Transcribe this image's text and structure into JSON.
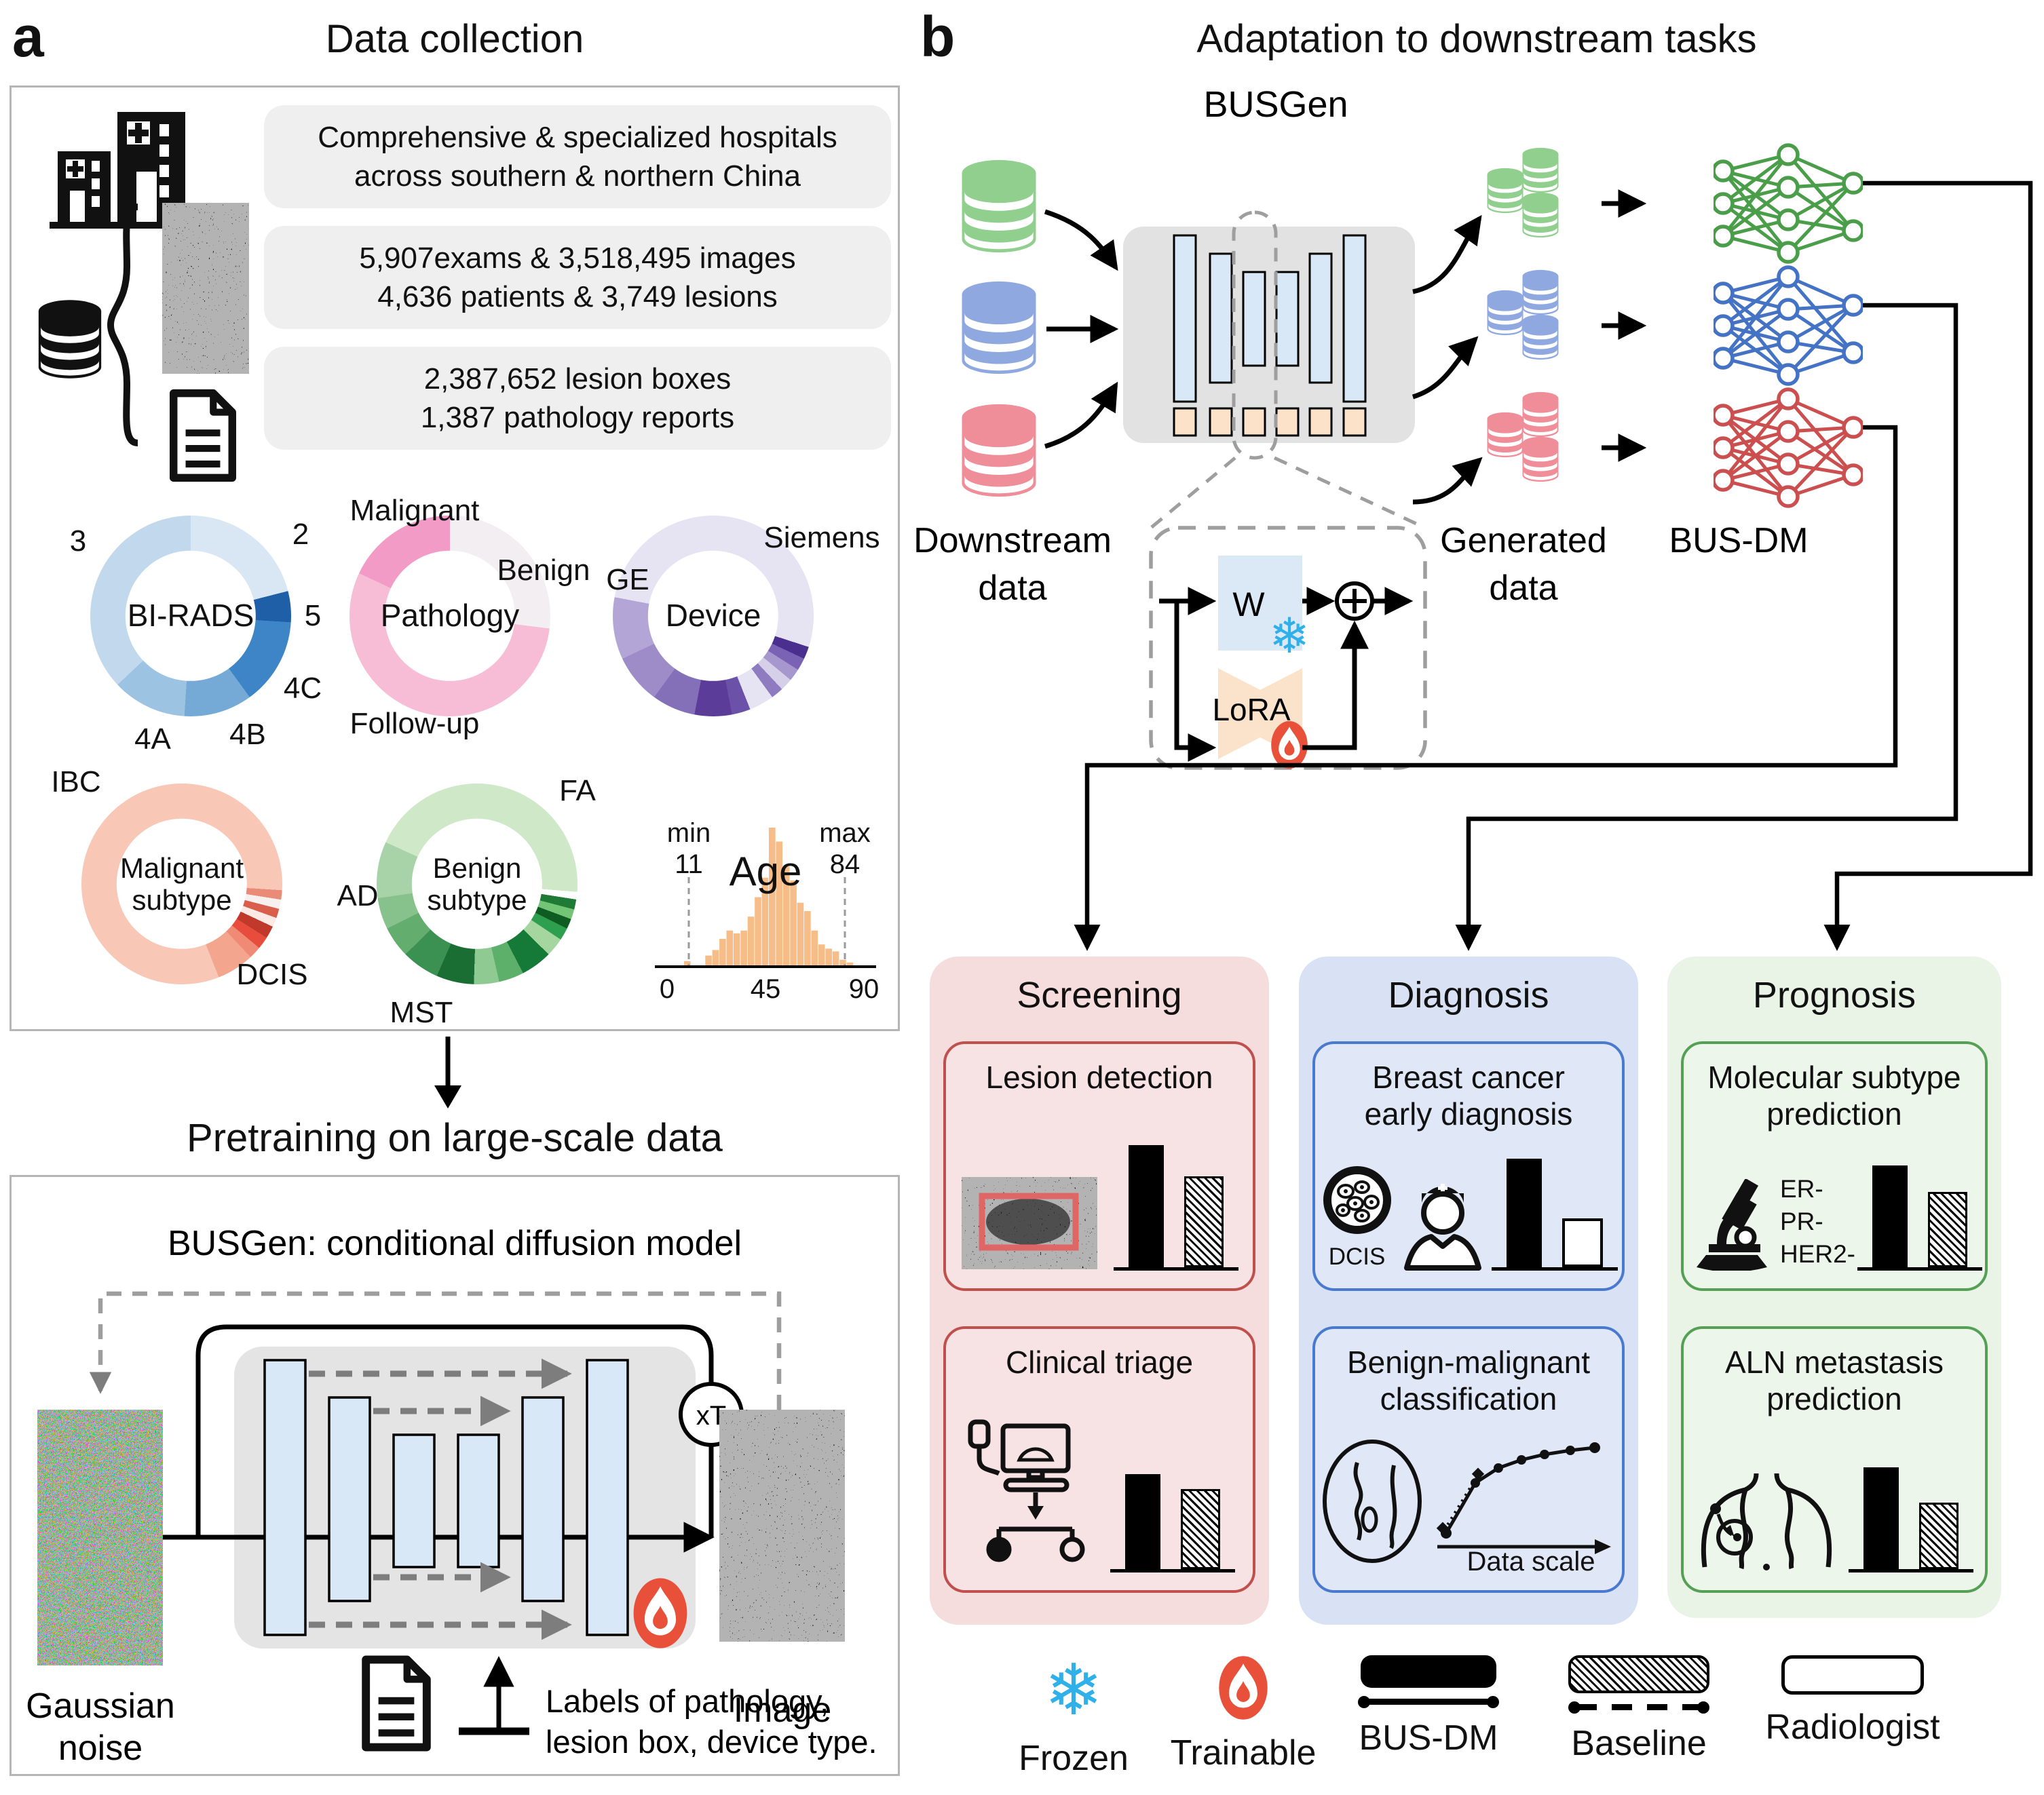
{
  "panel_a": {
    "label": "a",
    "section1_title": "Data collection",
    "info_boxes": [
      {
        "lines": [
          "Comprehensive & specialized hospitals",
          "across southern & northern China"
        ]
      },
      {
        "lines": [
          "5,907exams & 3,518,495 images",
          "4,636 patients & 3,749 lesions"
        ]
      },
      {
        "lines": [
          "2,387,652 lesion boxes",
          "1,387 pathology reports"
        ]
      }
    ],
    "section2_title": "Pretraining on large-scale data",
    "diffusion_title": "BUSGen: conditional diffusion model",
    "gaussian_label_1": "Gaussian",
    "gaussian_label_2": "noise",
    "image_label": "Image",
    "xt_label": "xT",
    "labels_note_1": "Labels of pathology,",
    "labels_note_2": "lesion box, device type."
  },
  "panel_b": {
    "label": "b",
    "title": "Adaptation to downstream tasks",
    "busgen_label": "BUSGen",
    "downstream_label_1": "Downstream",
    "downstream_label_2": "data",
    "generated_label_1": "Generated",
    "generated_label_2": "data",
    "busdm_label": "BUS-DM",
    "lora_detail": {
      "w": "W",
      "lora": "LoRA"
    },
    "cards": [
      {
        "title": "Screening",
        "tasks": [
          {
            "title_lines": [
              "Lesion detection"
            ]
          },
          {
            "title_lines": [
              "Clinical triage"
            ]
          }
        ]
      },
      {
        "title": "Diagnosis",
        "tasks": [
          {
            "title_lines": [
              "Breast cancer",
              "early diagnosis"
            ],
            "icon_caption": "DCIS"
          },
          {
            "title_lines": [
              "Benign-malignant",
              "classification"
            ],
            "axis_label": "Data scale"
          }
        ]
      },
      {
        "title": "Prognosis",
        "tasks": [
          {
            "title_lines": [
              "Molecular subtype",
              "prediction"
            ],
            "markers": [
              "ER-",
              "PR-",
              "HER2-"
            ]
          },
          {
            "title_lines": [
              "ALN metastasis",
              "prediction"
            ]
          }
        ]
      }
    ],
    "legend": [
      {
        "name": "frozen",
        "label": "Frozen"
      },
      {
        "name": "trainable",
        "label": "Trainable"
      },
      {
        "name": "bus-dm",
        "label": "BUS-DM"
      },
      {
        "name": "baseline",
        "label": "Baseline"
      },
      {
        "name": "radiologist",
        "label": "Radiologist"
      }
    ]
  },
  "chart_data": {
    "donuts": [
      {
        "id": "birads",
        "type": "donut",
        "title": [
          "BI-RADS"
        ],
        "slices": [
          {
            "label": "2",
            "value": 21,
            "color": "#d9e7f5"
          },
          {
            "label": "5",
            "value": 5,
            "color": "#1f5fa8"
          },
          {
            "label": "4C",
            "value": 14,
            "color": "#3d85c6"
          },
          {
            "label": "4B",
            "value": 11,
            "color": "#74aad5"
          },
          {
            "label": "4A",
            "value": 12,
            "color": "#9dc3e2"
          },
          {
            "label": "3",
            "value": 37,
            "color": "#c2d8ec"
          }
        ]
      },
      {
        "id": "pathology",
        "type": "donut",
        "title": [
          "Pathology"
        ],
        "slices": [
          {
            "label": "Benign",
            "value": 27,
            "color": "#f3eef1"
          },
          {
            "label": "Follow-up",
            "value": 55,
            "color": "#f7bcd6"
          },
          {
            "label": "Malignant",
            "value": 18,
            "color": "#f19bc6"
          }
        ]
      },
      {
        "id": "device",
        "type": "donut",
        "title": [
          "Device"
        ],
        "slices": [
          {
            "label": "Siemens",
            "value": 30,
            "color": "#e6e3f2"
          },
          {
            "label": "",
            "value": 2,
            "color": "#4a2f8f"
          },
          {
            "label": "",
            "value": 2,
            "color": "#7a62b4"
          },
          {
            "label": "",
            "value": 2,
            "color": "#a797cf"
          },
          {
            "label": "",
            "value": 2,
            "color": "#d5cfe8"
          },
          {
            "label": "",
            "value": 2,
            "color": "#8f7cc0"
          },
          {
            "label": "",
            "value": 4,
            "color": "#e6e3f2"
          },
          {
            "label": "",
            "value": 3,
            "color": "#6b51a8"
          },
          {
            "label": "",
            "value": 6,
            "color": "#5b3d99"
          },
          {
            "label": "",
            "value": 7,
            "color": "#8470b8"
          },
          {
            "label": "",
            "value": 8,
            "color": "#9d8cc8"
          },
          {
            "label": "GE",
            "value": 10,
            "color": "#b3a6d6"
          },
          {
            "label": "",
            "value": 22,
            "color": "#e6e3f2"
          }
        ]
      },
      {
        "id": "malignant_subtype",
        "type": "donut",
        "title": [
          "Malignant",
          "subtype"
        ],
        "slices": [
          {
            "label": "IBC",
            "value": 26,
            "color": "#f8c7b6"
          },
          {
            "label": "",
            "value": 1.5,
            "color": "#e98b77"
          },
          {
            "label": "",
            "value": 1.5,
            "color": "#f7f0ee"
          },
          {
            "label": "",
            "value": 1.5,
            "color": "#d95f4c"
          },
          {
            "label": "",
            "value": 1.5,
            "color": "#fdeae4"
          },
          {
            "label": "",
            "value": 2,
            "color": "#c0392b"
          },
          {
            "label": "",
            "value": 2,
            "color": "#e74c3c"
          },
          {
            "label": "",
            "value": 2,
            "color": "#ef8a75"
          },
          {
            "label": "DCIS",
            "value": 6,
            "color": "#f3a58e"
          },
          {
            "label": "",
            "value": 56,
            "color": "#f8c7b6"
          }
        ]
      },
      {
        "id": "benign_subtype",
        "type": "donut",
        "title": [
          "Benign",
          "subtype"
        ],
        "slices": [
          {
            "label": "FA",
            "value": 26,
            "color": "#cfe9c8"
          },
          {
            "label": "",
            "value": 1.2,
            "color": "#ffffff"
          },
          {
            "label": "",
            "value": 1.6,
            "color": "#1e7a34"
          },
          {
            "label": "",
            "value": 1.6,
            "color": "#74c476"
          },
          {
            "label": "",
            "value": 1.6,
            "color": "#0f5c23"
          },
          {
            "label": "",
            "value": 2,
            "color": "#2e9e4f"
          },
          {
            "label": "",
            "value": 3,
            "color": "#a5d6a0"
          },
          {
            "label": "",
            "value": 5,
            "color": "#157a38"
          },
          {
            "label": "",
            "value": 4,
            "color": "#5cb06a"
          },
          {
            "label": "",
            "value": 4,
            "color": "#8fca93"
          },
          {
            "label": "MST",
            "value": 6,
            "color": "#1b6e33"
          },
          {
            "label": "",
            "value": 6,
            "color": "#3b9152"
          },
          {
            "label": "",
            "value": 5,
            "color": "#63ad6f"
          },
          {
            "label": "",
            "value": 5,
            "color": "#87c28d"
          },
          {
            "label": "AD",
            "value": 9,
            "color": "#a8d3a8"
          },
          {
            "label": "",
            "value": 18,
            "color": "#cfe9c8"
          }
        ]
      }
    ],
    "age_histogram": {
      "type": "histogram",
      "title": "Age",
      "min_label": "min",
      "min_value": "11",
      "max_label": "max",
      "max_value": "84",
      "ticks": [
        "0",
        "45",
        "90"
      ],
      "bar_color": "#f6bd88",
      "values": [
        4,
        0,
        0,
        8,
        12,
        20,
        26,
        24,
        26,
        36,
        50,
        64,
        100,
        90,
        72,
        62,
        46,
        40,
        26,
        16,
        13,
        11,
        5,
        3
      ]
    }
  }
}
